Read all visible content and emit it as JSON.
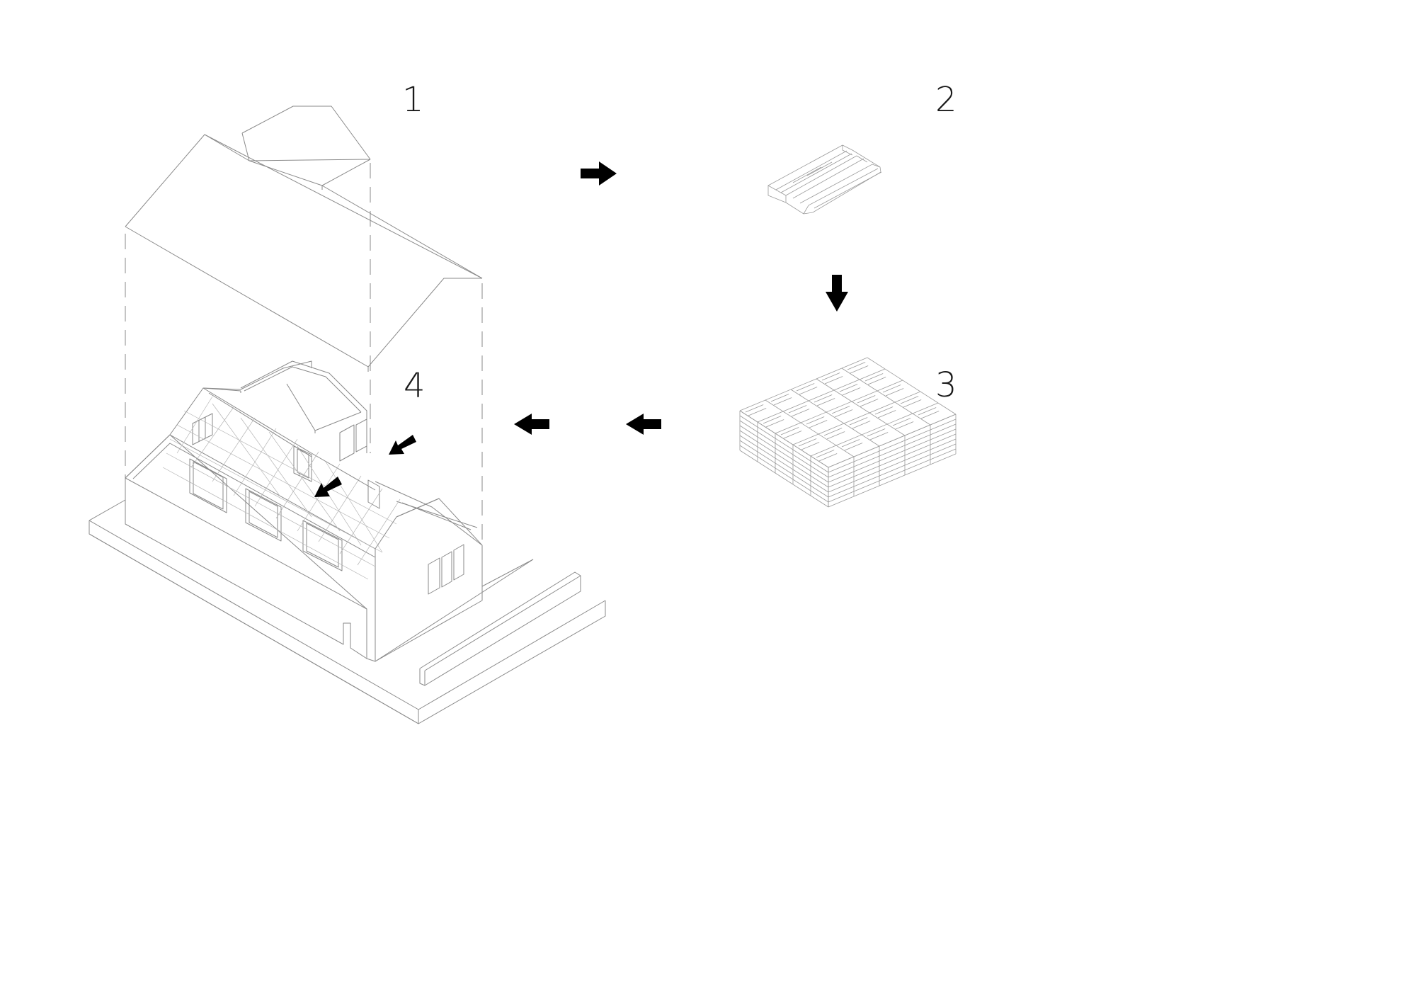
{
  "steps": [
    {
      "label": "1"
    },
    {
      "label": "2"
    },
    {
      "label": "3"
    },
    {
      "label": "4"
    }
  ],
  "arrows": [
    {
      "name": "arrow-1-to-2",
      "direction": "right"
    },
    {
      "name": "arrow-2-to-3",
      "direction": "down"
    },
    {
      "name": "arrow-3-to-4-right",
      "direction": "left"
    },
    {
      "name": "arrow-3-to-4-left",
      "direction": "left"
    },
    {
      "name": "arrow-install-upper",
      "direction": "down-left"
    },
    {
      "name": "arrow-install-lower",
      "direction": "down-left"
    }
  ],
  "colors": {
    "line": "#8a8a8a",
    "arrow": "#000000",
    "text": "#1a1a1a",
    "background": "#ffffff"
  }
}
